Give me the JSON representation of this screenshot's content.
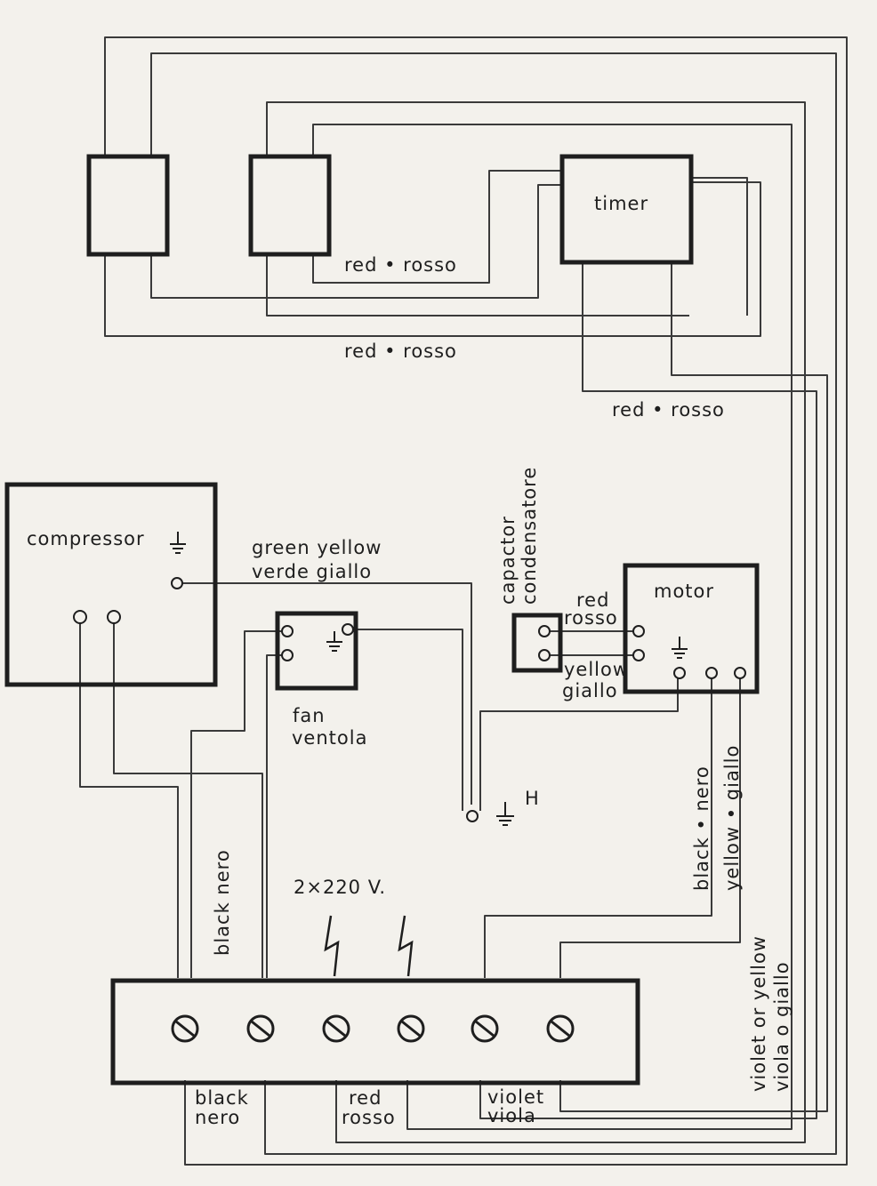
{
  "components": {
    "timer": "timer",
    "compressor": "compressor",
    "motor": "motor",
    "fan": [
      "fan",
      "ventola"
    ],
    "capacitor": [
      "capactor",
      "condensatore"
    ]
  },
  "wire_labels": {
    "red_rosso": "red • rosso",
    "green_yellow": [
      "green yellow",
      "verde giallo"
    ],
    "cap_red": [
      "red",
      "rosso"
    ],
    "cap_yellow": [
      "yellow",
      "giallo"
    ],
    "black_nero_vertical": "black nero",
    "black_nero_yellow": [
      "black • nero",
      "yellow • giallo"
    ],
    "violet_or_yellow": [
      "violet or yellow",
      "viola o giallo"
    ],
    "bottom_black": [
      "black",
      "nero"
    ],
    "bottom_red": [
      "red",
      "rosso"
    ],
    "bottom_violet": [
      "violet",
      "viola"
    ]
  },
  "supply": {
    "voltage": "2×220  V.",
    "ground_mark": "H"
  },
  "terminal_block": {
    "screw_count": 6
  }
}
